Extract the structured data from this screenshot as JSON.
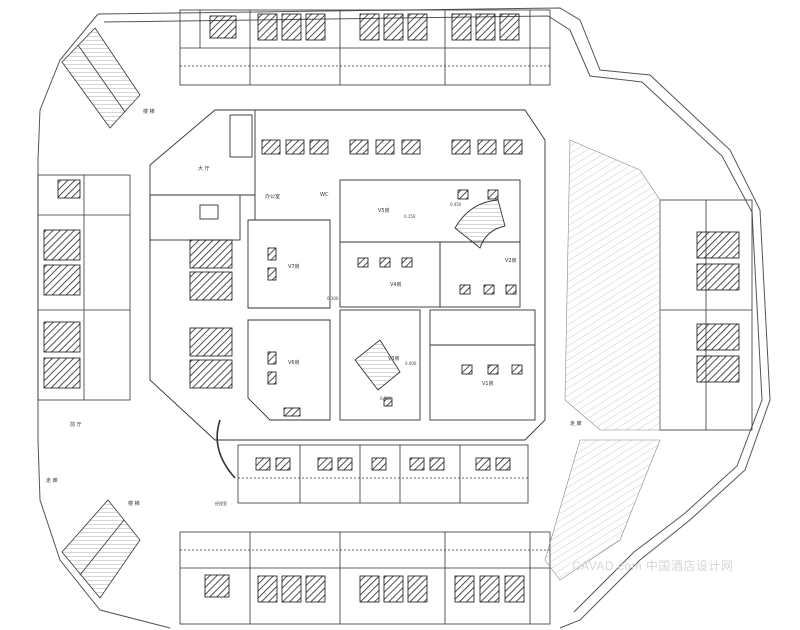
{
  "watermark": "CAVAD.com 中国酒店设计网",
  "labels": {
    "stair_top": "楼 梯",
    "stair_bottom": "楼 梯",
    "office": "办公室",
    "lobby_left": "前 厅",
    "hall": "大 厅",
    "v1": "V1房",
    "v2": "V2房",
    "v3": "V3房",
    "v4": "V4房",
    "v5": "V5房",
    "v6": "V6房",
    "v7": "V7房",
    "wc": "WC",
    "corridor_right": "走 廊",
    "corridor_left": "走 廊",
    "room_mgr": "经理室",
    "level_150": "0.150",
    "level_450": "0.450",
    "level_300": "0.300",
    "level_000": "0.000",
    "level_360": "0.360"
  }
}
